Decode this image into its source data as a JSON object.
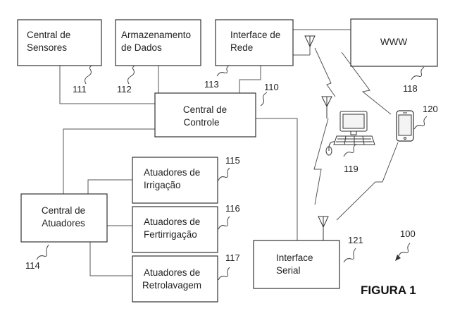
{
  "figure_label": "FIGURA 1",
  "boxes": {
    "sensor_hub": {
      "line1": "Central de",
      "line2": "Sensores",
      "ref": "111"
    },
    "data_storage": {
      "line1": "Armazenamento",
      "line2": "de Dados",
      "ref": "112"
    },
    "network_interface": {
      "line1": "Interface de",
      "line2": "Rede",
      "ref": "113"
    },
    "www": {
      "line1": "WWW",
      "ref": "118"
    },
    "control_hub": {
      "line1": "Central de",
      "line2": "Controle",
      "ref": "110"
    },
    "irrigation_actuators": {
      "line1": "Atuadores de",
      "line2": "Irrigação",
      "ref": "115"
    },
    "fertigation_actuators": {
      "line1": "Atuadores de",
      "line2": "Fertirrigação",
      "ref": "116"
    },
    "backwash_actuators": {
      "line1": "Atuadores de",
      "line2": "Retrolavagem",
      "ref": "117"
    },
    "actuator_hub": {
      "line1": "Central de",
      "line2": "Atuadores",
      "ref": "114"
    },
    "serial_interface": {
      "line1": "Interface",
      "line2": "Serial",
      "ref": "121"
    }
  },
  "devices": {
    "computer": {
      "ref": "119",
      "icon": "desktop-computer-icon"
    },
    "smartphone": {
      "ref": "120",
      "icon": "smartphone-icon"
    }
  },
  "system_ref": "100"
}
